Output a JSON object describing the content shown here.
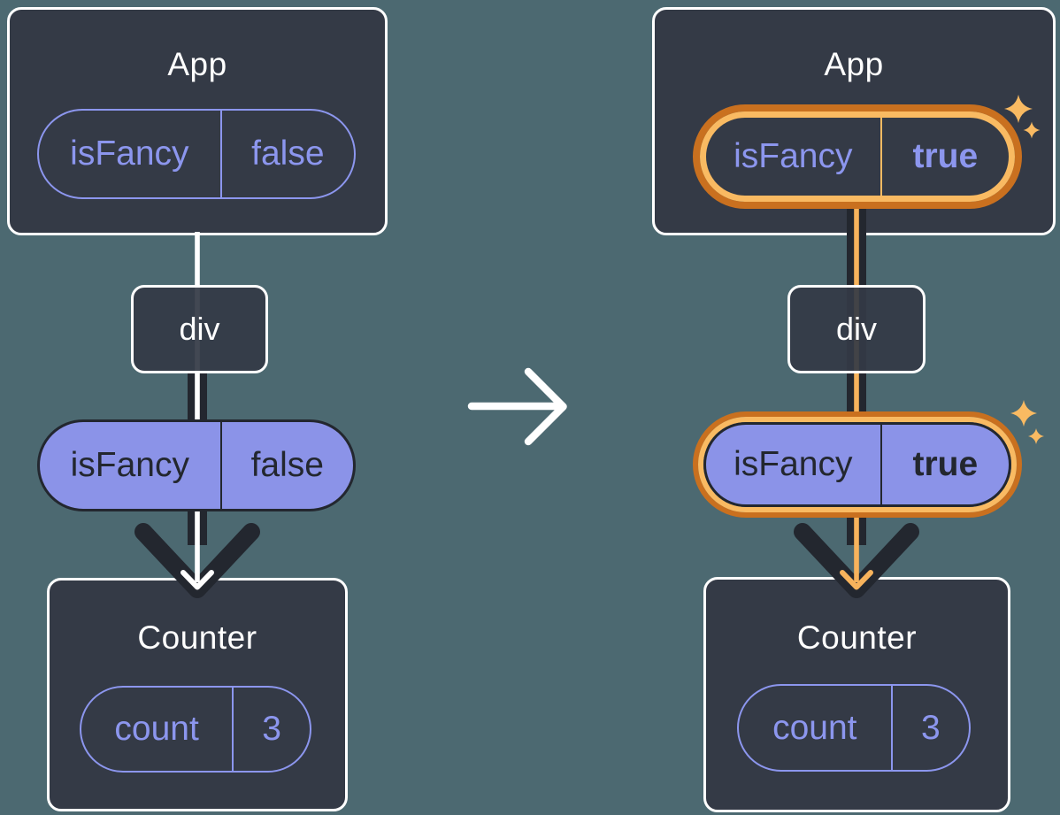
{
  "colors": {
    "background": "#4C6971",
    "box_fill": "#343A46",
    "dark_accent": "#23272F",
    "purple_outline": "#8C96EE",
    "purple_fill": "#8B93E8",
    "orange_dark": "#C9701F",
    "orange_light": "#F9BA62",
    "white": "#FFFFFF"
  },
  "left_diagram": {
    "app": {
      "title": "App",
      "pill": {
        "name": "isFancy",
        "value": "false"
      }
    },
    "div_node": {
      "label": "div"
    },
    "prop_pill": {
      "name": "isFancy",
      "value": "false"
    },
    "counter": {
      "title": "Counter",
      "pill": {
        "name": "count",
        "value": "3"
      }
    }
  },
  "right_diagram": {
    "app": {
      "title": "App",
      "pill": {
        "name": "isFancy",
        "value": "true"
      }
    },
    "div_node": {
      "label": "div"
    },
    "prop_pill": {
      "name": "isFancy",
      "value": "true"
    },
    "counter": {
      "title": "Counter",
      "pill": {
        "name": "count",
        "value": "3"
      }
    }
  }
}
